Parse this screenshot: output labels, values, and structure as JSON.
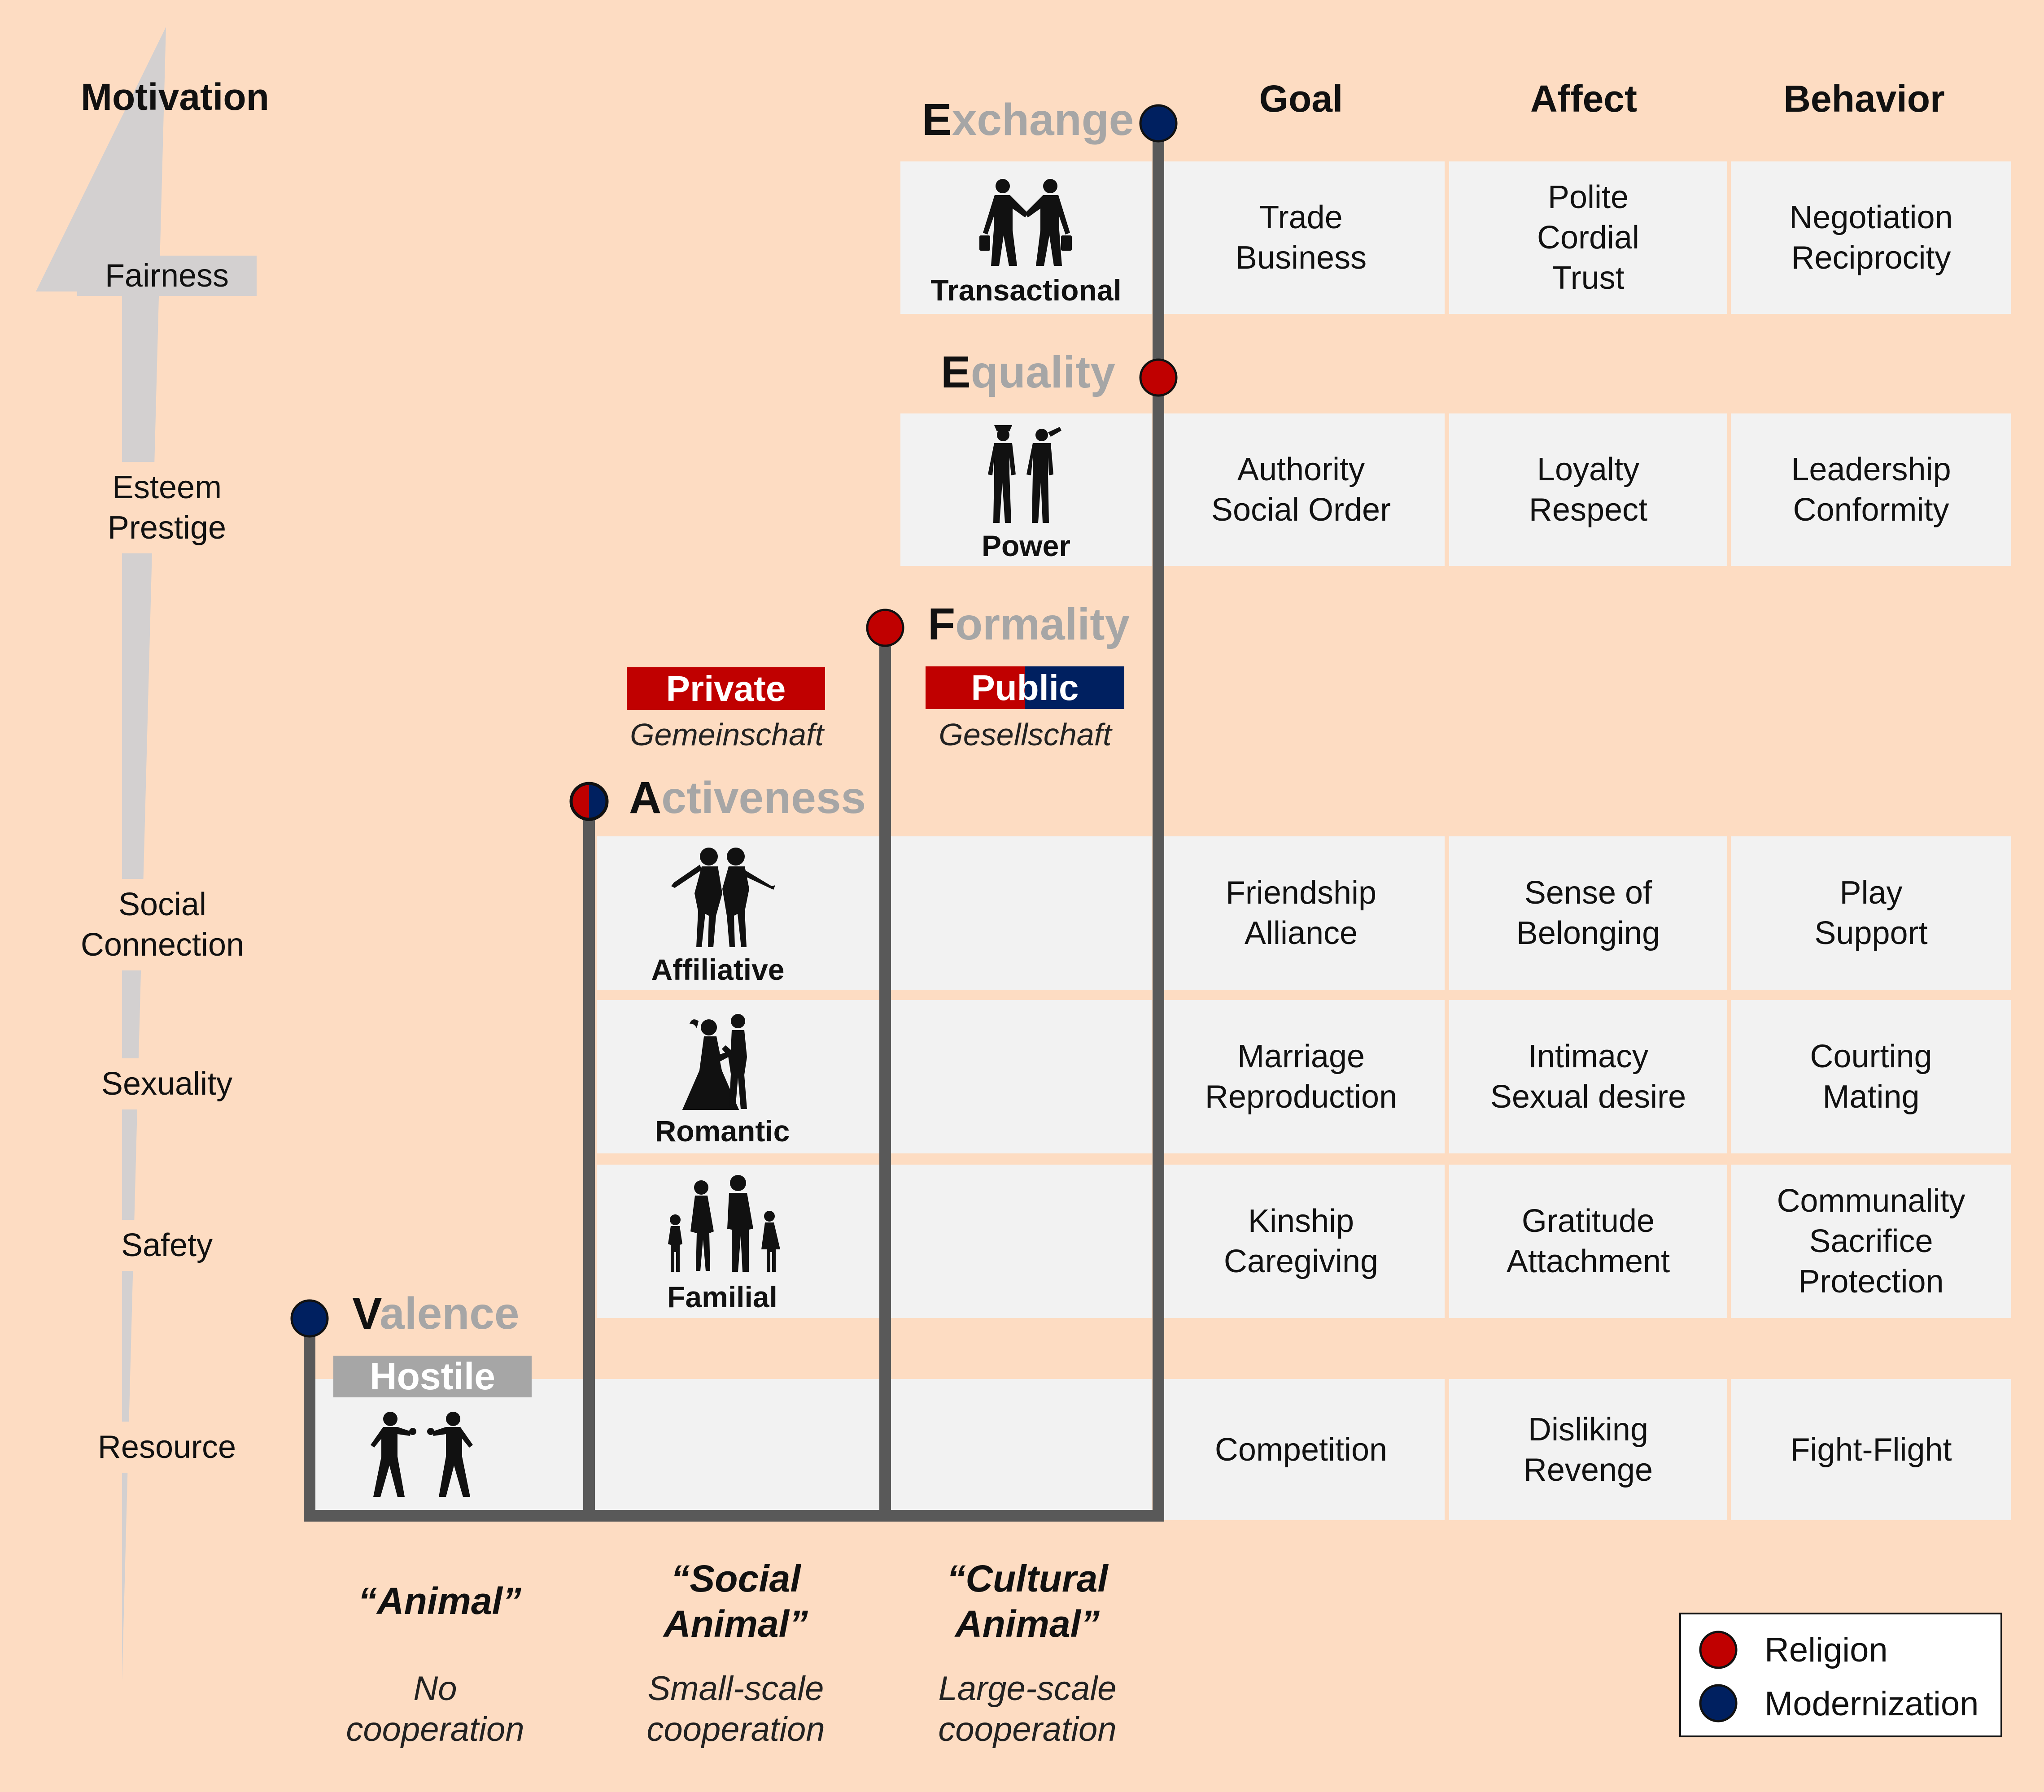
{
  "motivation": {
    "title": "Motivation",
    "levels": [
      {
        "id": "fairness",
        "label": "Fairness"
      },
      {
        "id": "esteem",
        "label": "Esteem\nPrestige"
      },
      {
        "id": "social",
        "label": "Social\nConnection"
      },
      {
        "id": "sexuality",
        "label": "Sexuality"
      },
      {
        "id": "safety",
        "label": "Safety"
      },
      {
        "id": "resource",
        "label": "Resource"
      }
    ]
  },
  "columns": {
    "goal": "Goal",
    "affect": "Affect",
    "behavior": "Behavior"
  },
  "stages": {
    "exchange": {
      "cap": "E",
      "rest": "xchange",
      "marker": "modernization"
    },
    "equality": {
      "cap": "E",
      "rest": "quality",
      "marker": "religion"
    },
    "formality": {
      "cap": "F",
      "rest": "ormality",
      "marker": "religion"
    },
    "activeness": {
      "cap": "A",
      "rest": "ctiveness",
      "marker": "both"
    },
    "valence": {
      "cap": "V",
      "rest": "alence",
      "marker": "modernization"
    }
  },
  "tags": {
    "private": {
      "label": "Private",
      "sub": "Gemeinschaft"
    },
    "public": {
      "label": "Public",
      "sub": "Gesellschaft"
    },
    "hostile": {
      "label": "Hostile"
    }
  },
  "relations": [
    {
      "id": "transactional",
      "label": "Transactional",
      "goal": "Trade\nBusiness",
      "affect": "Polite\nCordial\nTrust",
      "behavior": "Negotiation\nReciprocity",
      "icon": "handshake-icon"
    },
    {
      "id": "power",
      "label": "Power",
      "goal": "Authority\nSocial Order",
      "affect": "Loyalty\nRespect",
      "behavior": "Leadership\nConformity",
      "icon": "salute-icon"
    },
    {
      "id": "affiliative",
      "label": "Affiliative",
      "goal": "Friendship\nAlliance",
      "affect": "Sense of\nBelonging",
      "behavior": "Play\nSupport",
      "icon": "friends-icon"
    },
    {
      "id": "romantic",
      "label": "Romantic",
      "goal": "Marriage\nReproduction",
      "affect": "Intimacy\nSexual desire",
      "behavior": "Courting\nMating",
      "icon": "couple-icon"
    },
    {
      "id": "familial",
      "label": "Familial",
      "goal": "Kinship\nCaregiving",
      "affect": "Gratitude\nAttachment",
      "behavior": "Communality\nSacrifice\nProtection",
      "icon": "family-icon"
    },
    {
      "id": "hostile",
      "label": "",
      "goal": "Competition",
      "affect": "Disliking\nRevenge",
      "behavior": "Fight-Flight",
      "icon": "boxers-icon"
    }
  ],
  "bottom": [
    {
      "title": "“Animal”",
      "sub": "No\ncooperation"
    },
    {
      "title": "“Social\n Animal”",
      "sub": "Small-scale\ncooperation"
    },
    {
      "title": "“Cultural\n Animal”",
      "sub": "Large-scale\ncooperation"
    }
  ],
  "legend": [
    {
      "label": "Religion",
      "color": "#c00000"
    },
    {
      "label": "Modernization",
      "color": "#002060"
    }
  ],
  "colors": {
    "religion": "#c00000",
    "modernization": "#002060",
    "background": "#fddcc2",
    "cell": "#f2f2f2",
    "stair": "#595959",
    "arrow": "#d3d0d0"
  }
}
